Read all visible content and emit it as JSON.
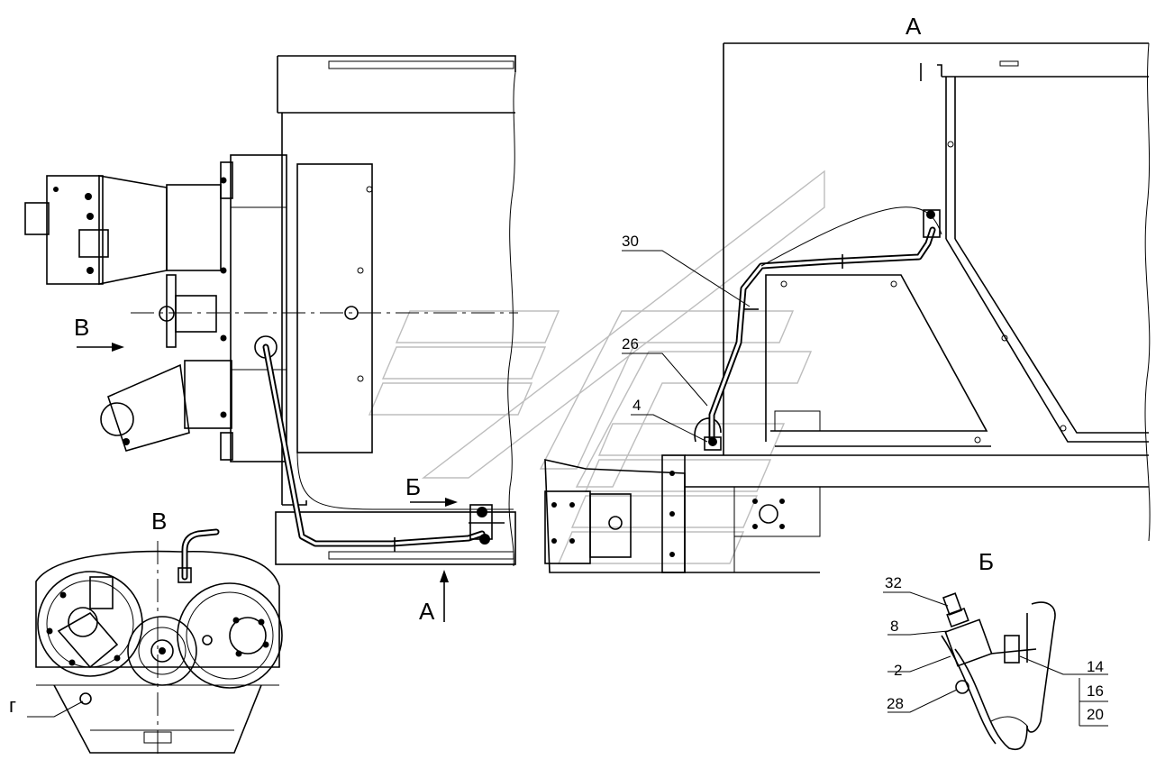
{
  "views": {
    "a_title": "А",
    "b_title": "Б",
    "v_title": "В",
    "arrow_v": "В",
    "arrow_b": "Б",
    "arrow_a": "А"
  },
  "callouts": {
    "p30": "30",
    "p26": "26",
    "p4": "4",
    "p32": "32",
    "p8": "8",
    "p2": "2",
    "p28": "28",
    "p14": "14",
    "p16": "16",
    "p20": "20",
    "g": "г"
  }
}
